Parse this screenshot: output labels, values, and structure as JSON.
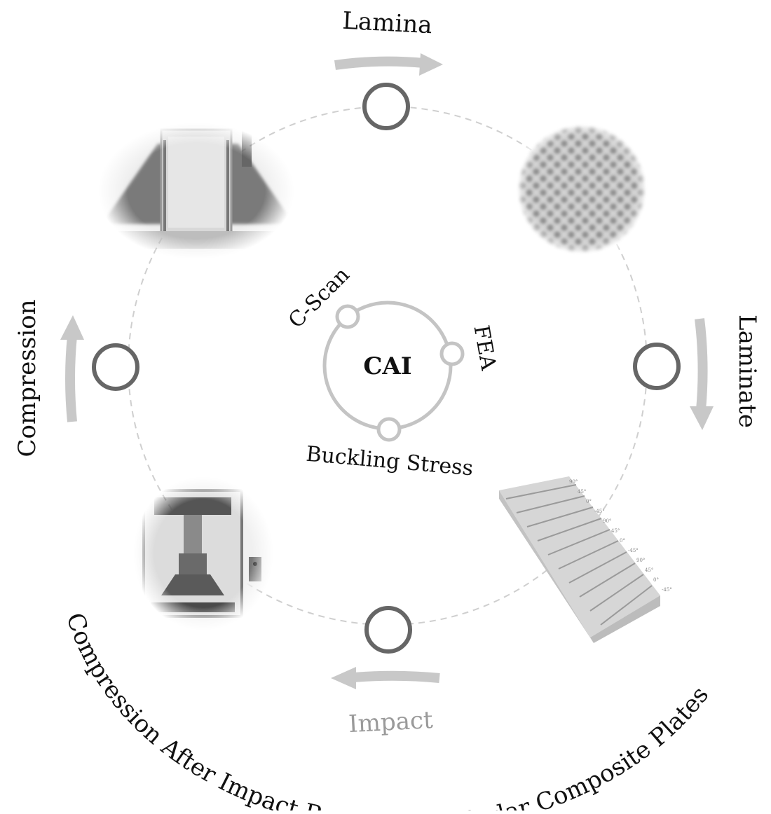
{
  "center": {
    "title": "CAI",
    "methods": [
      "C-Scan",
      "FEA",
      "Buckling Stress"
    ]
  },
  "cycle": {
    "stages": [
      "Lamina",
      "Laminate",
      "Impact",
      "Compression"
    ]
  },
  "caption": "Compression After Impact Response of Kevlar Composite Plates",
  "laminate_ply_labels": [
    "90°",
    "45°",
    "0°",
    "-45°",
    "90°",
    "45°",
    "0°",
    "-45°",
    "90°",
    "45°",
    "0°",
    "-45°"
  ],
  "colors": {
    "dark_text": "#111111",
    "light_text": "#9a9a9a",
    "node_ring": "#666666",
    "inner_ring": "#c4c4c4",
    "arrow": "#c8c8c8",
    "dashed_circle": "#cfcfcf"
  }
}
